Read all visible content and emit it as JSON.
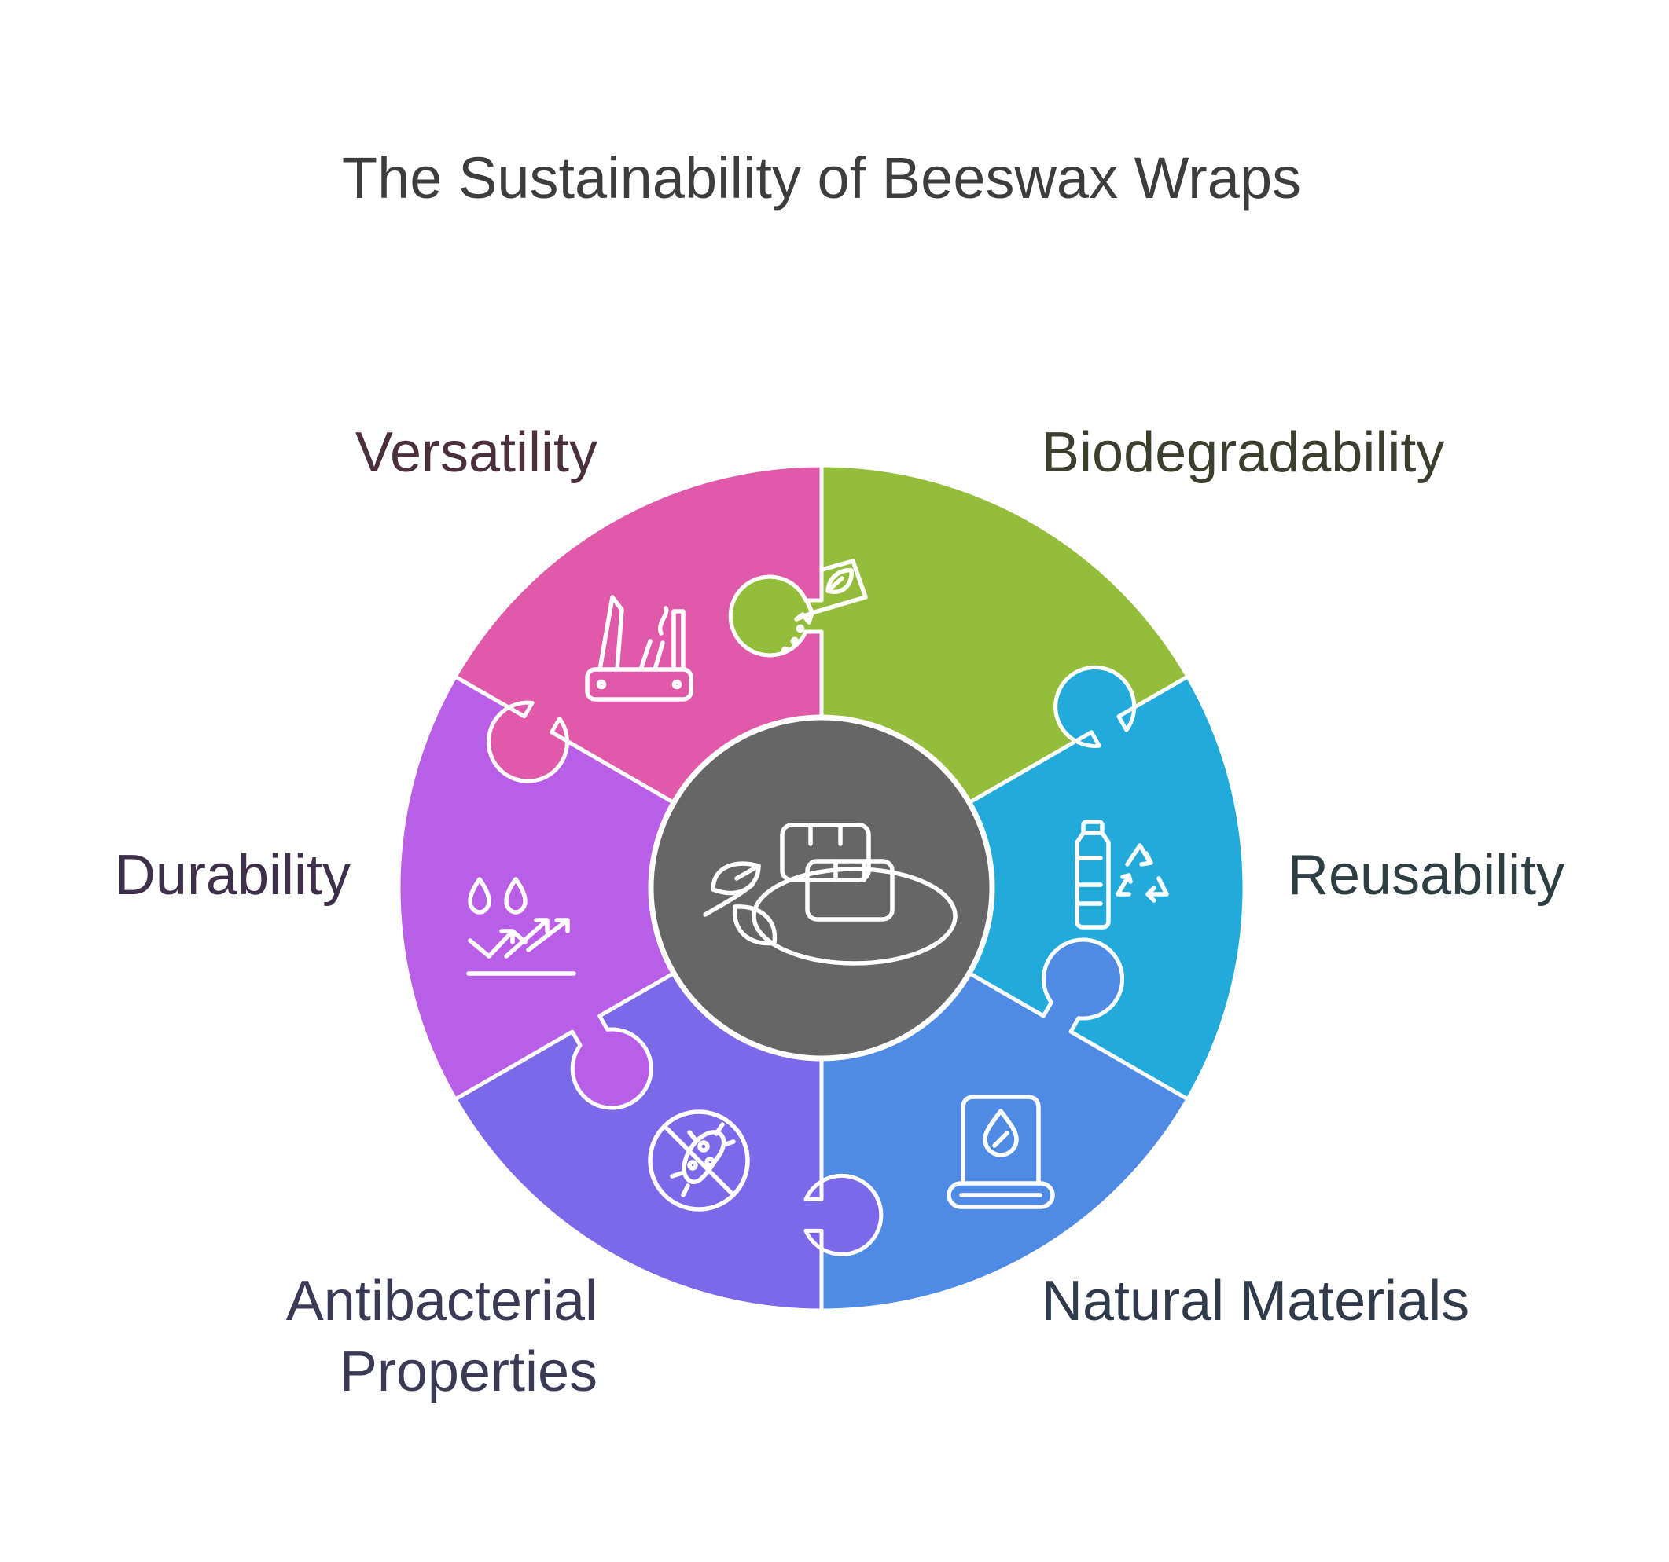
{
  "title": "The Sustainability of Beeswax Wraps",
  "center": {
    "icon": "beeswax-wrap-food-icon",
    "color": "#666666"
  },
  "segments": [
    {
      "id": "biodegradability",
      "label": "Biodegradability",
      "color": "#95BD3C",
      "label_color": "#3b3f2e",
      "icon": "biodegradable-leaf-icon"
    },
    {
      "id": "reusability",
      "label": "Reusability",
      "color": "#22AADB",
      "label_color": "#2e3e45",
      "icon": "reusable-bottle-icon"
    },
    {
      "id": "natural-materials",
      "label": "Natural Materials",
      "color": "#4F8AE5",
      "label_color": "#2f3a4a",
      "icon": "natural-material-icon"
    },
    {
      "id": "antibacterial-properties",
      "label": [
        "Antibacterial",
        "Properties"
      ],
      "color": "#7B69EA",
      "label_color": "#3b3a55",
      "icon": "no-bacteria-icon"
    },
    {
      "id": "durability",
      "label": "Durability",
      "color": "#B95EE6",
      "label_color": "#3f2f4a",
      "icon": "durability-icon"
    },
    {
      "id": "versatility",
      "label": "Versatility",
      "color": "#E159A9",
      "label_color": "#4a2f3c",
      "icon": "multi-tool-icon"
    }
  ]
}
